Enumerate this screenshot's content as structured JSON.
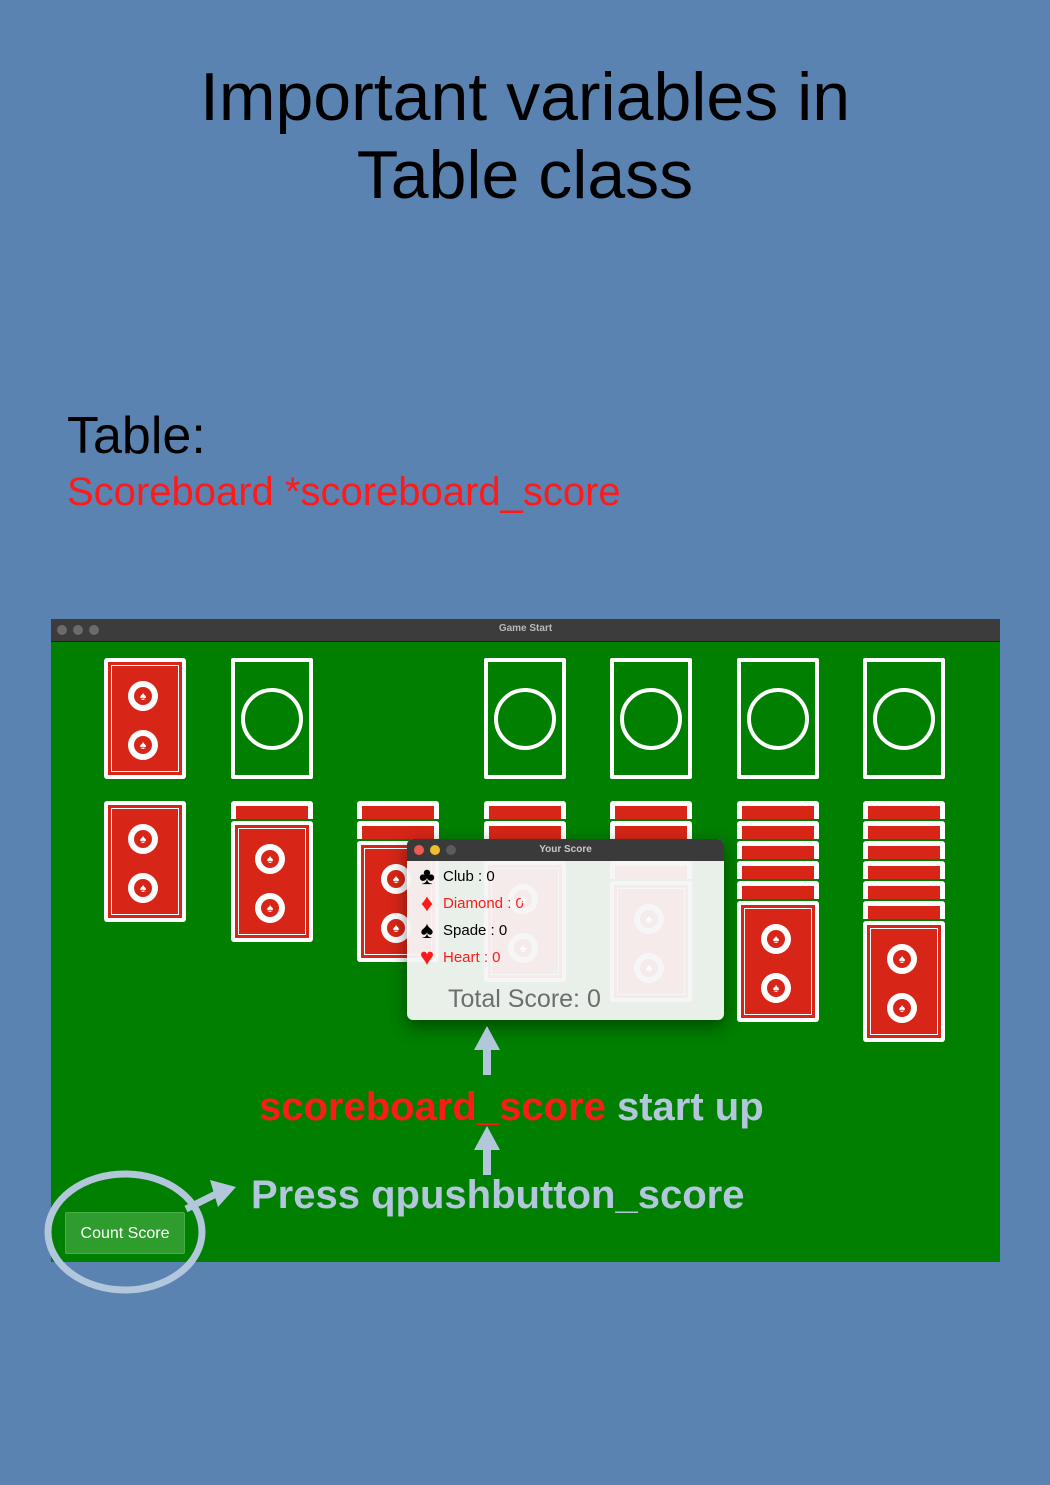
{
  "slide": {
    "title_line1": "Important variables in",
    "title_line2": "Table class",
    "section_label": "Table:",
    "section_var": "Scoreboard *scoreboard_score"
  },
  "window": {
    "title": "Game Start",
    "card_emblem": "♠"
  },
  "score_dialog": {
    "title": "Your Score",
    "rows": [
      {
        "suit": "♣",
        "text": "Club : 0",
        "color": "black"
      },
      {
        "suit": "♦",
        "text": "Diamond : 0",
        "color": "red"
      },
      {
        "suit": "♠",
        "text": "Spade : 0",
        "color": "black"
      },
      {
        "suit": "♥",
        "text": "Heart : 0",
        "color": "red"
      }
    ],
    "total": "Total Score: 0"
  },
  "annotations": {
    "startup_var": "scoreboard_score",
    "startup_rest": " start up",
    "press": "Press qpushbutton_score"
  },
  "button": {
    "label": "Count Score"
  },
  "colors": {
    "background": "#5a83b1",
    "table_green": "#007f00",
    "card_red": "#d72617",
    "highlight_red": "#ff1a1a",
    "annotation_light": "#b3c7dc"
  }
}
